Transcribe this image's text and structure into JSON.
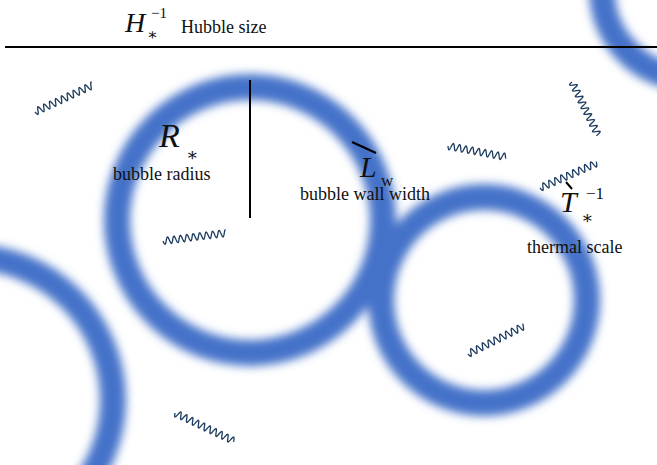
{
  "diagram": {
    "labels": [
      "H",
      "∗",
      "−1",
      "Hubble size",
      "R",
      "∗",
      "bubble radius",
      "L",
      "w",
      "bubble wall width",
      "T",
      "∗",
      "−1",
      "thermal scale"
    ]
  }
}
